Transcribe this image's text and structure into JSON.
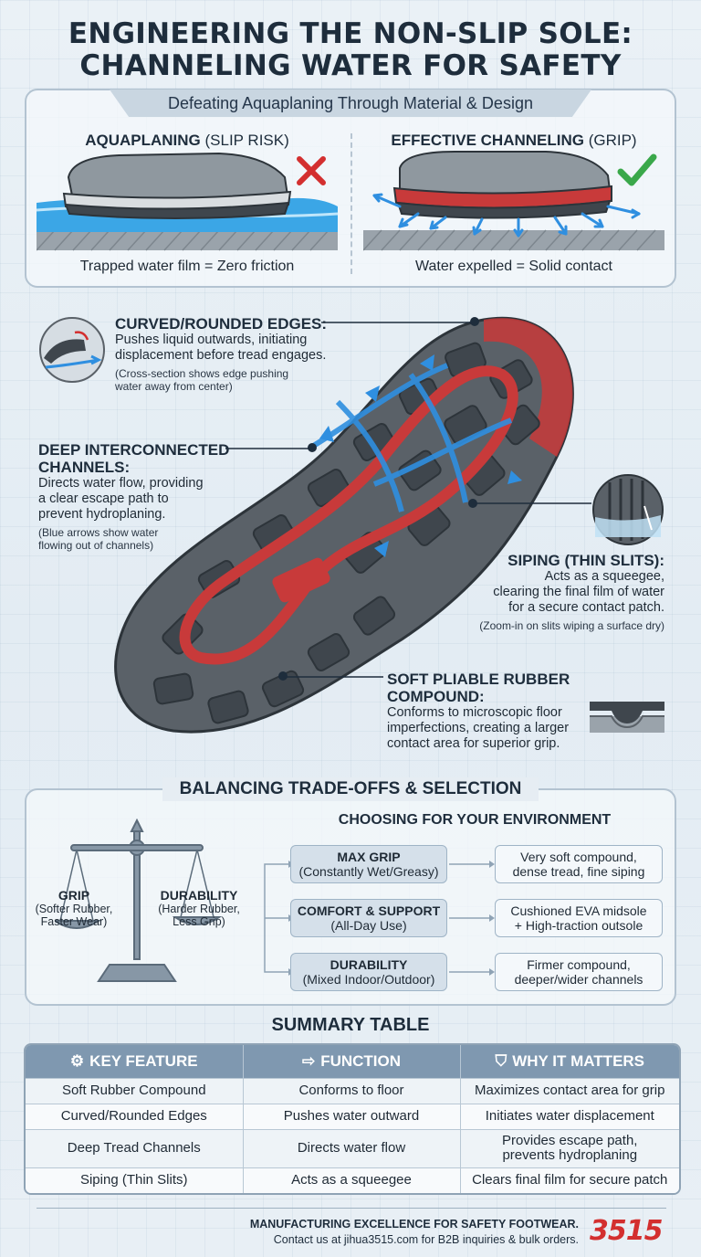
{
  "title": {
    "line1": "ENGINEERING THE NON-SLIP SOLE:",
    "line2": "CHANNELING WATER FOR SAFETY"
  },
  "comparison": {
    "subtitle": "Defeating Aquaplaning Through Material & Design",
    "left": {
      "head_bold": "AQUAPLANING",
      "head_light": "(SLIP RISK)",
      "caption": "Trapped water film = Zero friction",
      "mark_icon": "x-mark-icon"
    },
    "right": {
      "head_bold": "EFFECTIVE CHANNELING",
      "head_light": "(GRIP)",
      "caption": "Water expelled = Solid contact",
      "mark_icon": "check-mark-icon"
    }
  },
  "callouts": {
    "edges": {
      "title": "CURVED/ROUNDED EDGES:",
      "body1": "Pushes liquid outwards, initiating",
      "body2": "displacement before tread engages.",
      "note1": "(Cross-section shows edge pushing",
      "note2": "water away from center)"
    },
    "channels": {
      "title1": "DEEP INTERCONNECTED",
      "title2": "CHANNELS:",
      "body1": "Directs water flow, providing",
      "body2": "a clear escape path to",
      "body3": "prevent hydroplaning.",
      "note1": "(Blue arrows show water",
      "note2": "flowing out of channels)"
    },
    "siping": {
      "title": "SIPING (THIN SLITS):",
      "body1": "Acts as a squeegee,",
      "body2": "clearing the final film of water",
      "body3": "for a secure contact patch.",
      "note": "(Zoom-in on slits wiping a surface dry)"
    },
    "rubber": {
      "title": "SOFT PLIABLE RUBBER COMPOUND:",
      "body1": "Conforms to microscopic floor",
      "body2": "imperfections, creating a larger",
      "body3": "contact area for superior grip."
    }
  },
  "tradeoffs": {
    "heading": "BALANCING TRADE-OFFS & SELECTION",
    "subheading": "CHOOSING FOR YOUR ENVIRONMENT",
    "scale": {
      "left_title": "GRIP",
      "left_line1": "(Softer Rubber,",
      "left_line2": "Faster Wear)",
      "right_title": "DURABILITY",
      "right_line1": "(Harder Rubber,",
      "right_line2": "Less Grip)"
    },
    "options": [
      {
        "name": "MAX GRIP",
        "sub": "(Constantly Wet/Greasy)",
        "result1": "Very soft compound,",
        "result2": "dense tread, fine siping"
      },
      {
        "name": "COMFORT & SUPPORT",
        "sub": "(All-Day Use)",
        "result1": "Cushioned EVA midsole",
        "result2": "+ High-traction outsole"
      },
      {
        "name": "DURABILITY",
        "sub": "(Mixed Indoor/Outdoor)",
        "result1": "Firmer compound,",
        "result2": "deeper/wider channels"
      }
    ]
  },
  "summary": {
    "heading": "SUMMARY TABLE",
    "columns": [
      {
        "label": "KEY FEATURE",
        "icon": "gear-icon"
      },
      {
        "label": "FUNCTION",
        "icon": "arrow-right-icon"
      },
      {
        "label": "WHY IT MATTERS",
        "icon": "shield-check-icon"
      }
    ],
    "rows": [
      {
        "feature": "Soft Rubber Compound",
        "function": "Conforms to floor",
        "why1": "Maximizes contact area for grip",
        "why2": ""
      },
      {
        "feature": "Curved/Rounded Edges",
        "function": "Pushes water outward",
        "why1": "Initiates water displacement",
        "why2": ""
      },
      {
        "feature": "Deep Tread Channels",
        "function": "Directs water flow",
        "why1": "Provides escape path,",
        "why2": "prevents hydroplaning"
      },
      {
        "feature": "Siping (Thin Slits)",
        "function": "Acts as a squeegee",
        "why1": "Clears final film for secure patch",
        "why2": ""
      }
    ]
  },
  "footer": {
    "line1": "MANUFACTURING EXCELLENCE FOR SAFETY FOOTWEAR.",
    "line2": "Contact us at jihua3515.com for B2B inquiries & bulk orders.",
    "logo": "3515"
  },
  "colors": {
    "accent_red": "#d32f2f",
    "water_blue": "#2f8fe0",
    "check_green": "#3aa84a",
    "sole_dark": "#3f464d"
  }
}
